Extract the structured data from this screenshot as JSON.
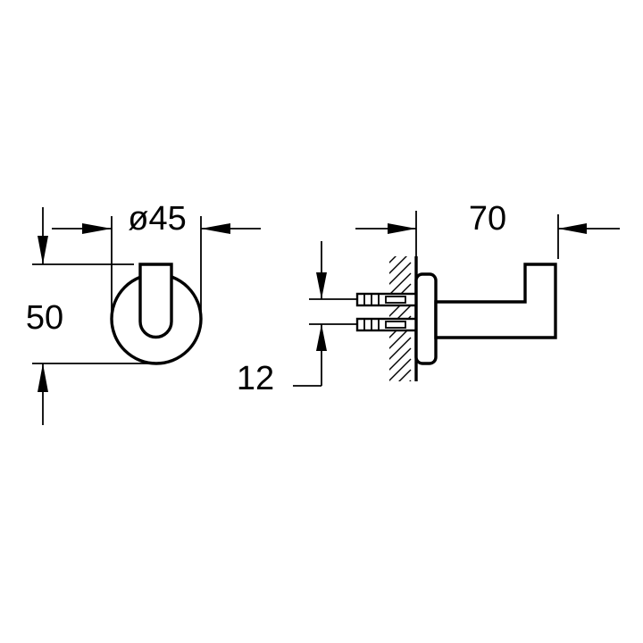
{
  "front_view": {
    "diameter_label": "ø45",
    "height_label": "50"
  },
  "side_view": {
    "depth_label": "70",
    "screw_spacing_label": "12"
  }
}
